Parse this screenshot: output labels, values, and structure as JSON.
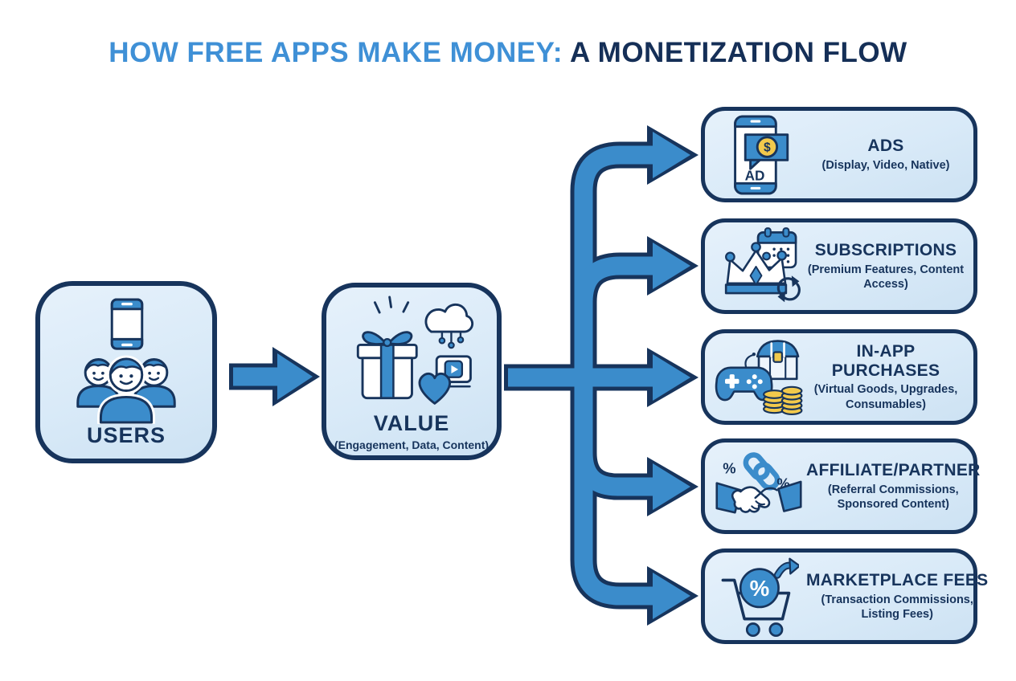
{
  "title": {
    "highlight": "HOW FREE APPS MAKE MONEY:",
    "rest": " A MONETIZATION FLOW"
  },
  "nodes": {
    "users": {
      "label": "USERS",
      "icon": "users-with-phone-icon"
    },
    "value": {
      "label": "VALUE",
      "subtitle": "(Engagement, Data, Content)",
      "icon": "gift-heart-cloud-video-icon"
    }
  },
  "channels": [
    {
      "title": "ADS",
      "subtitle": "(Display, Video, Native)",
      "icon": "phone-ad-banner-icon"
    },
    {
      "title": "SUBSCRIPTIONS",
      "subtitle": "(Premium Features, Content Access)",
      "icon": "crown-calendar-renew-icon"
    },
    {
      "title": "IN-APP PURCHASES",
      "subtitle": "(Virtual Goods, Upgrades, Consumables)",
      "icon": "gamepad-chest-coins-icon"
    },
    {
      "title": "AFFILIATE/PARTNER",
      "subtitle": "(Referral Commissions, Sponsored Content)",
      "icon": "handshake-link-percent-icon"
    },
    {
      "title": "MARKETPLACE FEES",
      "subtitle": "(Transaction Commissions, Listing Fees)",
      "icon": "cart-percent-arrow-icon"
    }
  ],
  "icon_labels": {
    "ad": "AD",
    "dollar": "$",
    "percent": "%"
  },
  "colors": {
    "background": "#ffffff",
    "box_fill": "#d9eaf8",
    "outline_navy": "#17345c",
    "arrow_blue": "#3b8ccb",
    "title_blue": "#3f90d6",
    "title_navy": "#152f57",
    "coin_yellow": "#f2c94c"
  }
}
